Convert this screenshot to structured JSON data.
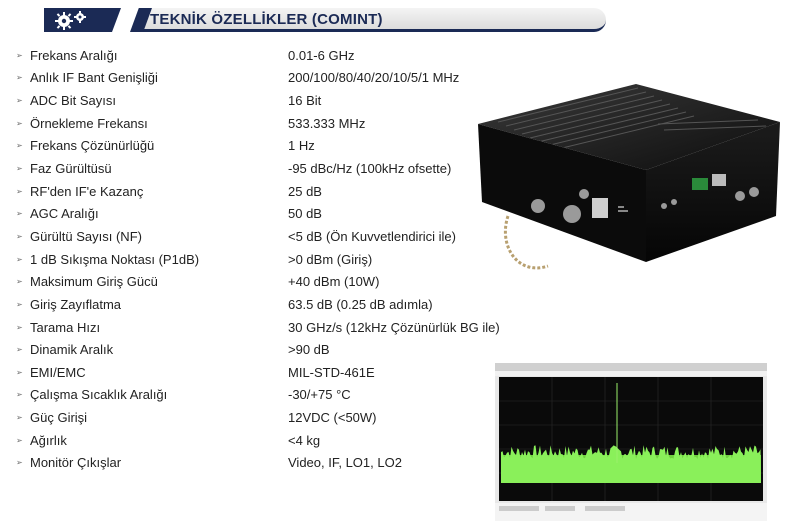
{
  "header": {
    "title": "TEKNİK ÖZELLİKLER (COMINT)"
  },
  "specs": [
    {
      "label": "Frekans Aralığı",
      "value": "0.01-6 GHz"
    },
    {
      "label": "Anlık IF Bant Genişliği",
      "value": "200/100/80/40/20/10/5/1 MHz"
    },
    {
      "label": "ADC Bit Sayısı",
      "value": "16 Bit"
    },
    {
      "label": "Örnekleme Frekansı",
      "value": "533.333 MHz"
    },
    {
      "label": "Frekans Çözünürlüğü",
      "value": "1 Hz"
    },
    {
      "label": "Faz Gürültüsü",
      "value": "-95 dBc/Hz (100kHz ofsette)"
    },
    {
      "label": "RF'den IF'e Kazanç",
      "value": "25 dB"
    },
    {
      "label": "AGC Aralığı",
      "value": "50 dB"
    },
    {
      "label": "Gürültü Sayısı (NF)",
      "value": "<5 dB (Ön Kuvvetlendirici ile)"
    },
    {
      "label": "1 dB Sıkışma Noktası (P1dB)",
      "value": ">0 dBm (Giriş)"
    },
    {
      "label": "Maksimum Giriş Gücü",
      "value": "+40 dBm (10W)"
    },
    {
      "label": "Giriş Zayıflatma",
      "value": "63.5 dB (0.25 dB adımla)"
    },
    {
      "label": "Tarama Hızı",
      "value": "30 GHz/s (12kHz Çözünürlük BG ile)"
    },
    {
      "label": "Dinamik Aralık",
      "value": ">90 dB"
    },
    {
      "label": "EMI/EMC",
      "value": "MIL-STD-461E"
    },
    {
      "label": "Çalışma Sıcaklık Aralığı",
      "value": "-30/+75 °C"
    },
    {
      "label": "Güç Girişi",
      "value": "12VDC (<50W)"
    },
    {
      "label": "Ağırlık",
      "value": "<4 kg"
    },
    {
      "label": "Monitör Çıkışlar",
      "value": "Video,  IF,  LO1,  LO2"
    }
  ],
  "bullet_glyph": "➢",
  "colors": {
    "navy": "#1b2a55",
    "spectrum_green": "#7be04a",
    "device_black": "#111111"
  },
  "icons": {
    "header": "gears-icon"
  }
}
